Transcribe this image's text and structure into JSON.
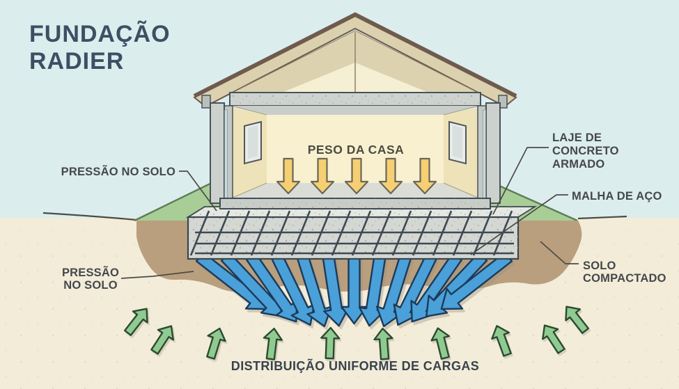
{
  "title": {
    "line1": "FUNDAÇÃO",
    "line2": "RADIER"
  },
  "diagram": {
    "house_load_label": "PESO DA CASA",
    "ground_pressure_top": "PRESSÃO NO SOLO",
    "slab_label": {
      "line1": "LAJE DE",
      "line2": "CONCRETO",
      "line3": "ARMADO"
    },
    "mesh_label": "MALHA DE AÇO",
    "compacted_soil_label": {
      "line1": "SOLO",
      "line2": "COMPACTADO"
    },
    "ground_pressure_bottom": {
      "line1": "PRESSÃO",
      "line2": "NO SOLO"
    },
    "caption": "DISTRIBUIÇÃO UNIFORME DE CARGAS"
  },
  "colors": {
    "sky": "#dcedee",
    "soil_surface": "#f2ecd9",
    "grass": "#a9cd97",
    "grass_edge": "#5d7c55",
    "compacted_soil": "#b99f7d",
    "concrete_slab": "#d4d7d2",
    "concrete_slab_top": "#e5e7e2",
    "steel_mesh": "#3e4953",
    "load_arrow_blue": "#4aa0d8",
    "reaction_arrow_green": "#8fcb90",
    "weight_arrow_yellow": "#f6cf72",
    "roof_tan": "#dbd1ae",
    "roof_edge_brown": "#6f5b4e",
    "wall_cream": "#f8f0cf",
    "title_color": "#3d4f63",
    "label_color": "#45484b"
  }
}
